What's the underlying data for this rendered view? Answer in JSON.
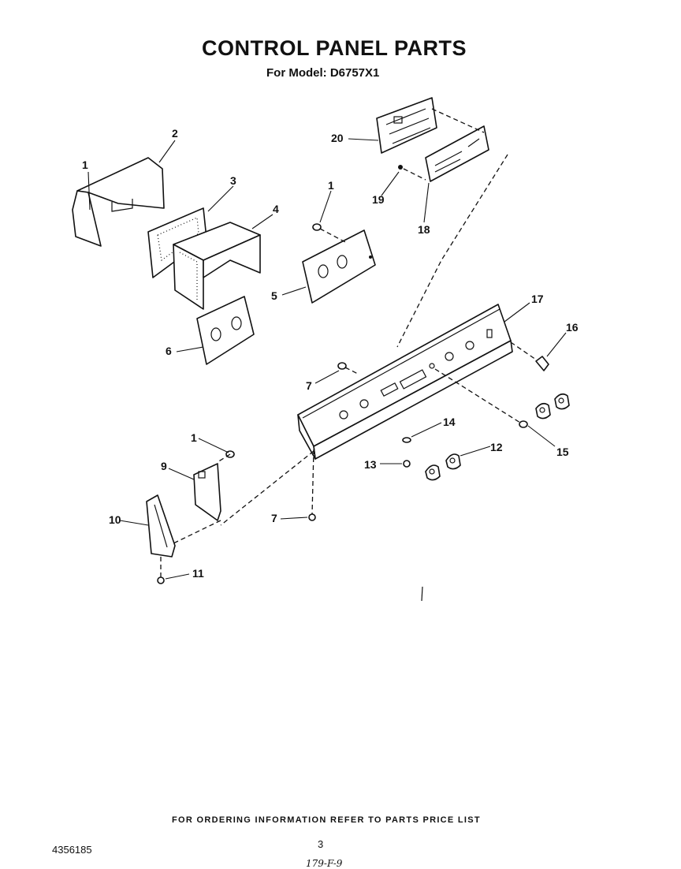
{
  "header": {
    "title": "CONTROL PANEL PARTS",
    "model": "For Model: D6757X1"
  },
  "callouts": {
    "c1a": "1",
    "c2": "2",
    "c3": "3",
    "c4": "4",
    "c1b": "1",
    "c5": "5",
    "c6": "6",
    "c20": "20",
    "c19": "19",
    "c18": "18",
    "c17": "17",
    "c16": "16",
    "c7": "7",
    "c1c": "1",
    "c9": "9",
    "c14": "14",
    "c13": "13",
    "c12": "12",
    "c15": "15",
    "c10": "10",
    "c7b": "7",
    "c11": "11"
  },
  "footer": {
    "ordering_note": "FOR ORDERING INFORMATION REFER TO PARTS PRICE LIST",
    "document_number": "4356185",
    "page_number": "3",
    "handwritten_note": "179-F-9"
  }
}
